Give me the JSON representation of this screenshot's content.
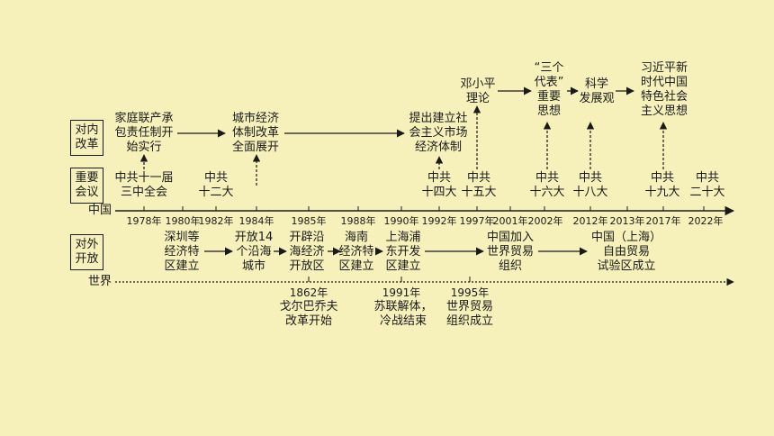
{
  "row_labels": {
    "domestic": "对内\n改革",
    "meetings": "重要\n会议",
    "opening": "对外\n开放"
  },
  "axes": {
    "china": "中国",
    "world": "世界"
  },
  "years_china": [
    "1978年",
    "1980年",
    "1982年",
    "1984年",
    "1985年",
    "1988年",
    "1990年",
    "1992年",
    "1997年",
    "2001年",
    "2002年",
    "2012年",
    "2013年",
    "2017年",
    "2022年"
  ],
  "reforms": [
    "家庭联产承\n包责任制开\n始实行",
    "城市经济\n体制改革\n全面展开",
    "提出建立社\n会主义市场\n经济体制",
    "邓小平\n理论",
    "“三个\n代表”\n重要\n思想",
    "科学\n发展观",
    "习近平新\n时代中国\n特色社会\n主义思想"
  ],
  "meetings": [
    "中共十一届\n三中全会",
    "中共\n十二大",
    "中共\n十四大",
    "中共\n十五大",
    "中共\n十六大",
    "中共\n十八大",
    "中共\n十九大",
    "中共\n二十大"
  ],
  "opening": [
    "深圳等\n经济特\n区建立",
    "开放14\n个沿海\n城市",
    "开辟沿\n海经济\n开放区",
    "海南\n经济特\n区建立",
    "上海浦\n东开发\n区建立",
    "中国加入\n世界贸易\n组织",
    "中国（上海）\n自由贸易\n试验区成立"
  ],
  "world_events": [
    {
      "year": "1862年",
      "text": "戈尔巴乔夫\n改革开始"
    },
    {
      "year": "1991年",
      "text": "苏联解体，\n冷战结束"
    },
    {
      "year": "1995年",
      "text": "世界贸易\n组织成立"
    }
  ],
  "colors": {
    "background": "#f6f0ba",
    "ink": "#1a1a1a"
  }
}
